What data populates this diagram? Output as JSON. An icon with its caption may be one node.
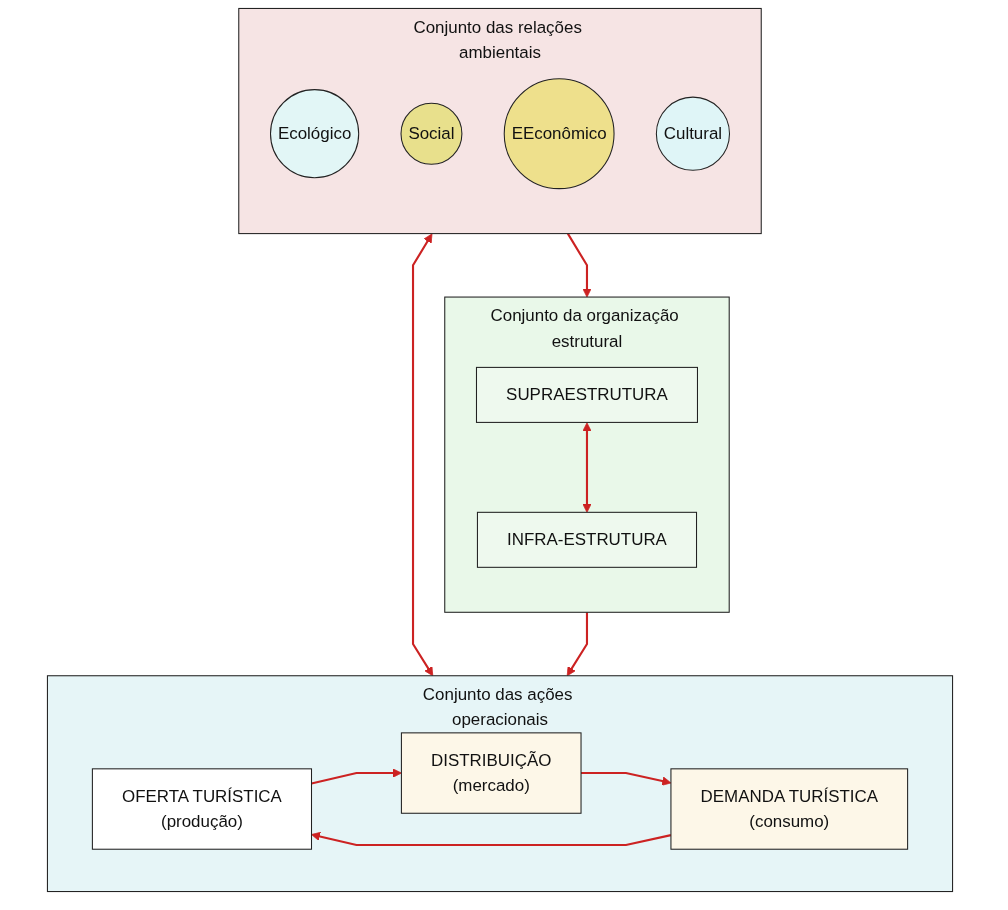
{
  "diagram": {
    "nodes": [
      {
        "text": [
          "Conjunto das relações ambientais"
        ]
      },
      {
        "text": [
          "Ecológico"
        ],
        "in": 0
      },
      {
        "text": [
          "Social"
        ],
        "in": 0
      },
      {
        "text": [
          "EEconômico"
        ],
        "in": 0
      },
      {
        "text": [
          "Cultural"
        ],
        "in": 0
      },
      {
        "text": [
          "Conjunto da organização estrutural"
        ]
      },
      {
        "text": [
          "SUPRAESTRUTURA"
        ],
        "in": 5
      },
      {
        "text": [
          "INFRA-ESTRUTURA"
        ],
        "in": 5
      },
      {
        "text": [
          "Conjunto das ações operacionais"
        ]
      },
      {
        "text": [
          "OFERTA TURÍSTICA",
          "(produção)"
        ],
        "in": 8
      },
      {
        "text": [
          "DEMANDA TURÍSTICA",
          "(consumo)"
        ],
        "in": 8
      },
      {
        "text": [
          "DISTRIBUIÇÃO",
          "(mercado)"
        ],
        "in": 8
      }
    ],
    "edges": [
      {
        "from": 0,
        "to": 5,
        "arrow": "to"
      },
      {
        "from": 6,
        "to": 7,
        "arrow": "both"
      },
      {
        "from": 0,
        "to": 8,
        "arrow": "both"
      },
      {
        "from": 5,
        "to": 8,
        "arrow": "to"
      },
      {
        "from": 10,
        "to": 9,
        "arrow": "to"
      },
      {
        "from": 9,
        "to": 11,
        "arrow": "to"
      },
      {
        "from": 11,
        "to": 10,
        "arrow": "to"
      }
    ]
  }
}
